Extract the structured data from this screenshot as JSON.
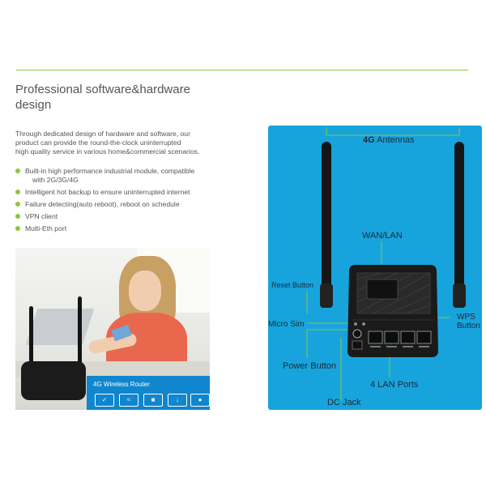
{
  "heading": {
    "title_line1": "Professional software&hardware",
    "title_line2": "design"
  },
  "intro": {
    "line1": "Through dedicated design of hardware and software, our",
    "line2": "product can provide the round-the-clock uninterrupted",
    "line3": "high quality service in various home&commercial scenarios."
  },
  "features": [
    {
      "line1": "Built-in high performance industrial module, compatible",
      "line2": "with 2G/3G/4G"
    },
    {
      "line1": "Intelligent hot backup to ensure uninterrupted internet"
    },
    {
      "line1": "Failure detecting(auto reboot), reboot on schedule"
    },
    {
      "line1": "VPN client"
    },
    {
      "line1": "Multi-Eth port"
    }
  ],
  "photo": {
    "banner_title": "4G Wireless Router",
    "banner_icons": [
      "shield-icon",
      "wifi-icon",
      "lock-icon",
      "download-icon",
      "support-icon"
    ]
  },
  "diagram": {
    "antennas_bold": "4G",
    "antennas_rest": " Antennas",
    "wan_lan": "WAN/LAN",
    "reset_button": "Reset Button",
    "micro_sim": "Micro Sim",
    "wps_line1": "WPS",
    "wps_line2": "Button",
    "power_button": "Power Button",
    "lan_ports": "4 LAN Ports",
    "dc_jack": "DC Jack"
  },
  "colors": {
    "accent_green": "#8cc63f",
    "panel_blue": "#17a4dc",
    "banner_blue": "#0f86cd"
  }
}
